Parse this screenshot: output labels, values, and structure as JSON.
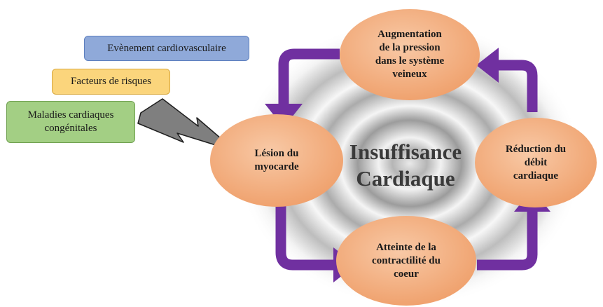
{
  "center": {
    "title": "Insuffisance\nCardiaque"
  },
  "cycle": {
    "top": "Augmentation\nde la pression\ndans le système\nveineux",
    "right": "Réduction du\ndébit\ncardiaque",
    "bottom": "Atteinte de la\ncontractilité du\ncoeur",
    "left": "Lésion du\nmyocarde"
  },
  "causes": {
    "cardiovascular_event": "Evènement cardiovasculaire",
    "risk_factors": "Facteurs de risques",
    "congenital": "Maladies cardiaques\ncongénitales"
  },
  "colors": {
    "ellipse": "#f4b184",
    "arrow": "#7030a0",
    "bolt": "#7f7f7f",
    "blue": "#8fa9d9",
    "yellow": "#fbd57c",
    "green": "#a3cf84"
  },
  "icons": [
    "lightning-bolt-icon",
    "curved-arrow-icon"
  ]
}
